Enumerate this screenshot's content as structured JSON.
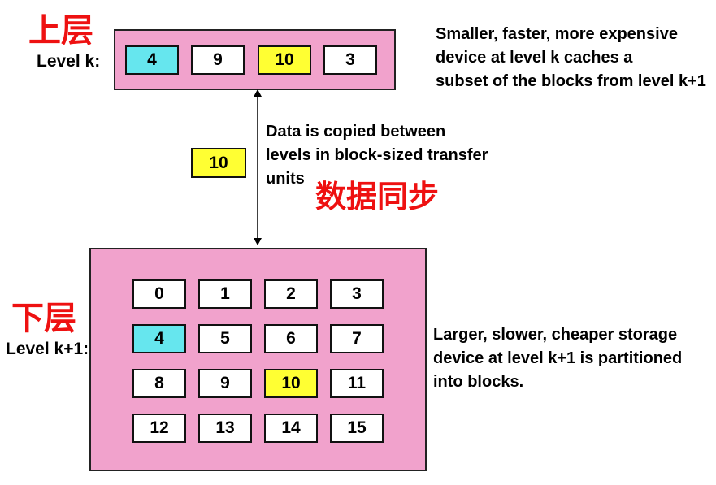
{
  "upper": {
    "cn_label": "上层",
    "level_label": "Level k:",
    "blocks": [
      {
        "value": "4",
        "color": "cyan"
      },
      {
        "value": "9",
        "color": "white"
      },
      {
        "value": "10",
        "color": "yellow"
      },
      {
        "value": "3",
        "color": "white"
      }
    ],
    "description": "Smaller, faster, more expensive\ndevice at level k caches a\nsubset of the blocks from level k+1"
  },
  "transfer": {
    "block_value": "10",
    "description": "Data is copied between\nlevels in block-sized transfer\nunits",
    "sync_label": "数据同步"
  },
  "lower": {
    "cn_label": "下层",
    "level_label": "Level k+1:",
    "blocks": [
      [
        "0",
        "1",
        "2",
        "3"
      ],
      [
        "4",
        "5",
        "6",
        "7"
      ],
      [
        "8",
        "9",
        "10",
        "11"
      ],
      [
        "12",
        "13",
        "14",
        "15"
      ]
    ],
    "highlight": {
      "4": "cyan",
      "10": "yellow"
    },
    "description": "Larger, slower, cheaper storage\ndevice at level k+1 is partitioned\ninto blocks."
  },
  "colors": {
    "panel": "#f1a2cc",
    "cyan": "#66e6ee",
    "yellow": "#ffff33",
    "accent_red": "#ee1111"
  }
}
